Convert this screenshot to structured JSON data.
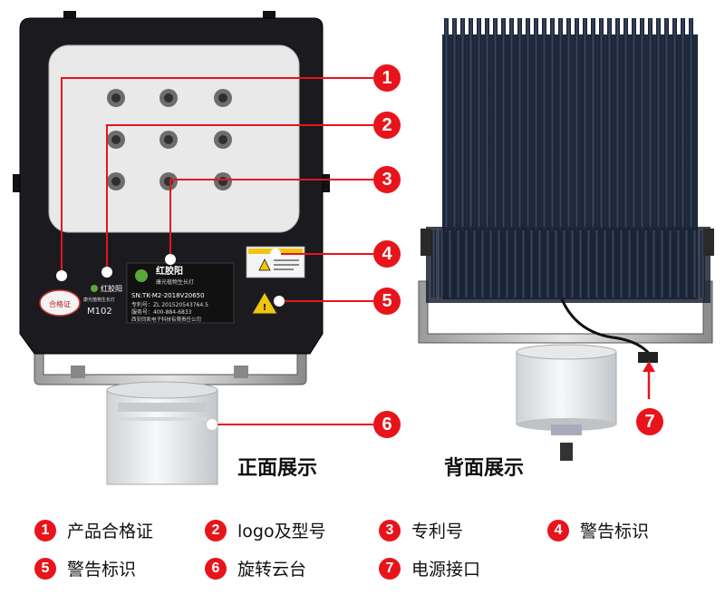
{
  "front_caption": "正面展示",
  "back_caption": "背面展示",
  "product": {
    "brand": "红胶阳",
    "brand_sub": "康光植物生长灯",
    "sn": "SN:TK-M2-2018V20650",
    "patent": "专利号：ZL 201520543764.5",
    "service": "服务号：400-884-6833",
    "company": "西安同凯电子科技有限责任公司",
    "model": "M102",
    "cert_text": "合格证",
    "logo_small": "红胶阳",
    "logo_small_sub": "康光植物生长灯"
  },
  "callouts": [
    {
      "n": "1"
    },
    {
      "n": "2"
    },
    {
      "n": "3"
    },
    {
      "n": "4"
    },
    {
      "n": "5"
    },
    {
      "n": "6"
    },
    {
      "n": "7"
    }
  ],
  "legend": [
    {
      "n": "1",
      "label": "产品合格证"
    },
    {
      "n": "2",
      "label": "logo及型号"
    },
    {
      "n": "3",
      "label": "专利号"
    },
    {
      "n": "4",
      "label": "警告标识"
    },
    {
      "n": "5",
      "label": "警告标识"
    },
    {
      "n": "6",
      "label": "旋转云台"
    },
    {
      "n": "7",
      "label": "电源接口"
    }
  ],
  "colors": {
    "accent": "#e8141b",
    "housing": "#1b1b1f",
    "heatsink": "#1f2a3d"
  }
}
